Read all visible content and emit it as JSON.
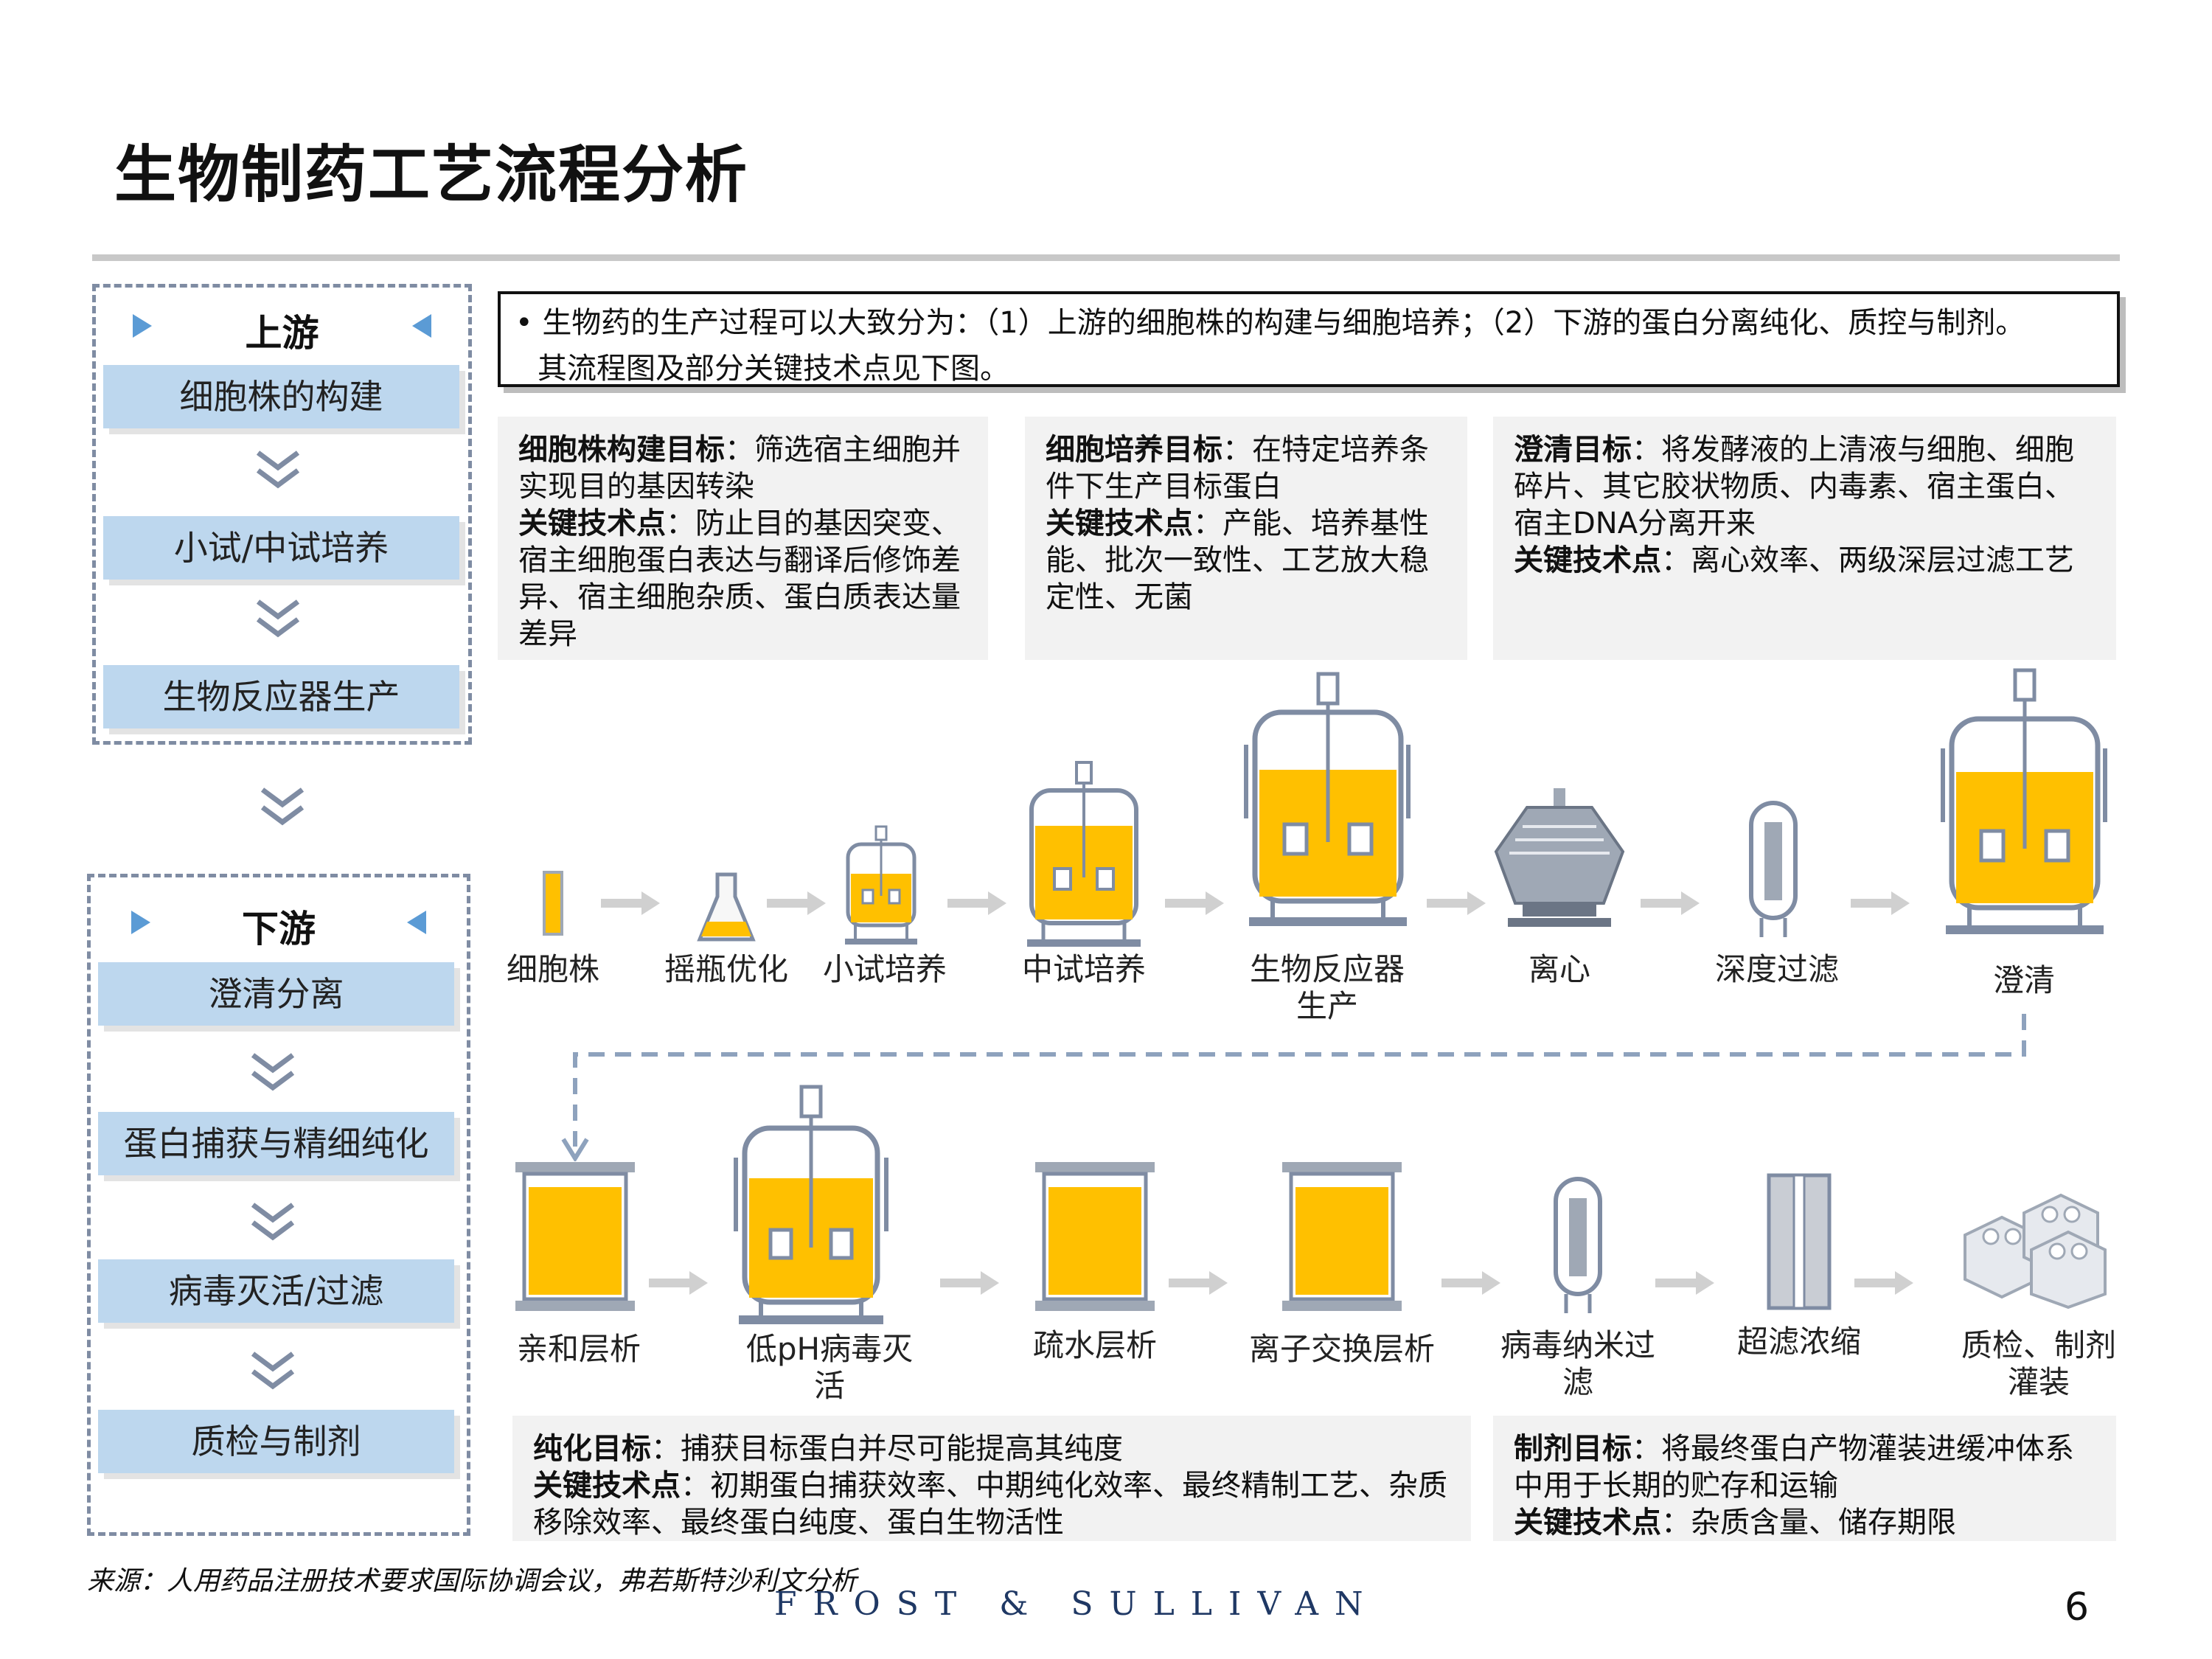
{
  "title": "生物制药工艺流程分析",
  "upstream": {
    "heading": "上游",
    "stages": [
      "细胞株的构建",
      "小试/中试培养",
      "生物反应器生产"
    ]
  },
  "downstream": {
    "heading": "下游",
    "stages": [
      "澄清分离",
      "蛋白捕获与精细纯化",
      "病毒灭活/过滤",
      "质检与制剂"
    ]
  },
  "intro": {
    "line1": "生物药的生产过程可以大致分为：（1）上游的细胞株的构建与细胞培养；（2）下游的蛋白分离纯化、质控与制剂。",
    "line2": "其流程图及部分关键技术点见下图。"
  },
  "info_boxes": {
    "cellline": {
      "goal_label": "细胞株构建目标",
      "goal": "：筛选宿主细胞并实现目的基因转染",
      "tech_label": "关键技术点",
      "tech": "：防止目的基因突变、宿主细胞蛋白表达与翻译后修饰差异、宿主细胞杂质、蛋白质表达量差异"
    },
    "culture": {
      "goal_label": "细胞培养目标",
      "goal": "：在特定培养条件下生产目标蛋白",
      "tech_label": "关键技术点",
      "tech": "：产能、培养基性能、批次一致性、工艺放大稳定性、无菌"
    },
    "clarify": {
      "goal_label": "澄清目标",
      "goal": "：将发酵液的上清液与细胞、细胞碎片、其它胶状物质、内毒素、宿主蛋白、宿主DNA分离开来",
      "tech_label": "关键技术点",
      "tech": "：离心效率、两级深层过滤工艺"
    },
    "purify": {
      "goal_label": "纯化目标",
      "goal": "：捕获目标蛋白并尽可能提高其纯度",
      "tech_label": "关键技术点",
      "tech": "：初期蛋白捕获效率、中期纯化效率、最终精制工艺、杂质移除效率、最终蛋白纯度、蛋白生物活性"
    },
    "formulate": {
      "goal_label": "制剂目标",
      "goal": "：将最终蛋白产物灌装进缓冲体系中用于长期的贮存和运输",
      "tech_label": "关键技术点",
      "tech": "：杂质含量、储存期限"
    }
  },
  "process_row1": [
    {
      "label": "细胞株",
      "icon": "cell-line-vial"
    },
    {
      "label": "摇瓶优化",
      "icon": "flask"
    },
    {
      "label": "小试培养",
      "icon": "small-bioreactor"
    },
    {
      "label": "中试培养",
      "icon": "pilot-bioreactor"
    },
    {
      "label": "生物反应器生产",
      "icon": "production-bioreactor"
    },
    {
      "label": "离心",
      "icon": "centrifuge"
    },
    {
      "label": "深度过滤",
      "icon": "depth-filter"
    },
    {
      "label": "澄清",
      "icon": "clarification-tank"
    }
  ],
  "process_row2": [
    {
      "label": "亲和层析",
      "icon": "chromatography-column"
    },
    {
      "label": "低pH病毒灭活",
      "icon": "inactivation-tank"
    },
    {
      "label": "疏水层析",
      "icon": "chromatography-column"
    },
    {
      "label": "离子交换层析",
      "icon": "chromatography-column"
    },
    {
      "label": "病毒纳米过滤",
      "icon": "nano-filter"
    },
    {
      "label": "超滤浓缩",
      "icon": "ultrafiltration"
    },
    {
      "label": "质检、制剂灌装",
      "icon": "vials"
    }
  ],
  "source": "来源：人用药品注册技术要求国际协调会议，弗若斯特沙利文分析",
  "brand": "FROST & SULLIVAN",
  "page_number": "6",
  "colors": {
    "liquid": "#ffc000",
    "stage_fill": "#bdd7ee",
    "steel": "#9fa8b5",
    "arrow": "#d0d0d0",
    "dashed": "#8ea2bd"
  }
}
